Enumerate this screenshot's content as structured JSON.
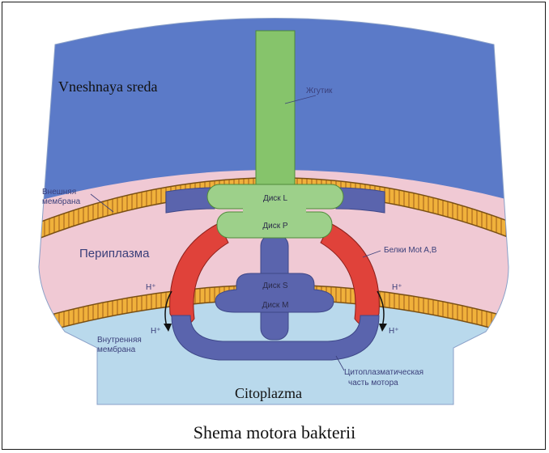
{
  "labels": {
    "outer_env": "Vneshnaya sreda",
    "flagellum": "Жгутик",
    "outer_membrane_1": "Внешняя",
    "outer_membrane_2": "мембрана",
    "disk_l": "Диск L",
    "disk_p": "Диск P",
    "periplasm": "Периплазма",
    "mot_proteins": "Белки Mot A,B",
    "proton": "H⁺",
    "disk_s": "Диск S",
    "disk_m": "Диск M",
    "inner_membrane_1": "Внутренняя",
    "inner_membrane_2": "мембрана",
    "cyto_part_1": "Цитоплазматическая",
    "cyto_part_2": "часть мотора",
    "cytoplasm": "Citoplazma"
  },
  "caption": "Shema motora bakterii",
  "colors": {
    "outer_env": "#5b7ac8",
    "periplasm": "#f0c9d4",
    "cytoplasm": "#b9d9ec",
    "membrane": "#f0b13b",
    "flagellum": "#86c46b",
    "disks_upper": "#9dd08a",
    "motor_blue": "#5a64ad",
    "mot_proteins": "#e0423a"
  }
}
